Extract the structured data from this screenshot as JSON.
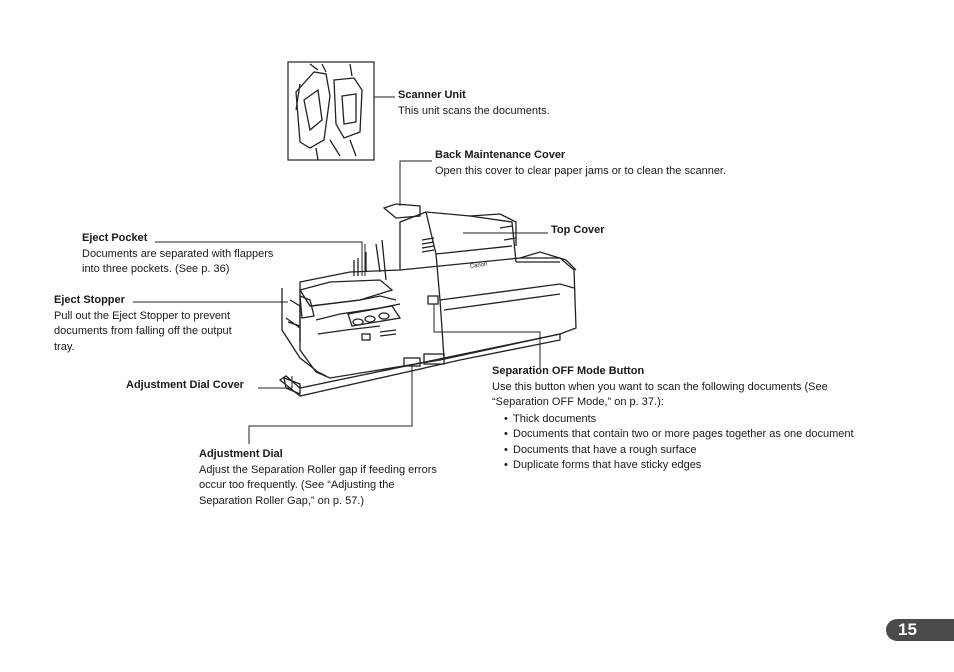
{
  "labels": {
    "scanner_unit": {
      "title": "Scanner Unit",
      "desc": "This unit scans the documents."
    },
    "back_cover": {
      "title": "Back Maintenance Cover",
      "desc": "Open this cover to clear paper jams or to clean the scanner."
    },
    "top_cover": {
      "title": "Top Cover"
    },
    "eject_pocket": {
      "title": "Eject Pocket",
      "desc1": "Documents are separated with flappers",
      "desc2": "into three pockets. (See p. 36)"
    },
    "eject_stopper": {
      "title": "Eject Stopper",
      "desc1": "Pull out the Eject Stopper to prevent",
      "desc2": "documents from falling off the output",
      "desc3": "tray."
    },
    "adj_dial_cover": {
      "title": "Adjustment Dial Cover"
    },
    "sep_off": {
      "title": "Separation OFF Mode Button",
      "desc1": "Use this button when you want to scan the following documents (See",
      "desc2": "“Separation OFF Mode,” on p. 37.):",
      "bullets": [
        "Thick documents",
        "Documents that contain two or more pages together as one document",
        "Documents that have a rough surface",
        "Duplicate forms that have sticky edges"
      ]
    },
    "adj_dial": {
      "title": "Adjustment Dial",
      "desc1": "Adjust the Separation Roller gap if feeding errors",
      "desc2": "occur too frequently. (See “Adjusting the",
      "desc3": "Separation Roller Gap,” on p. 57.)"
    }
  },
  "brand_text": "Canon",
  "page_number": "15"
}
